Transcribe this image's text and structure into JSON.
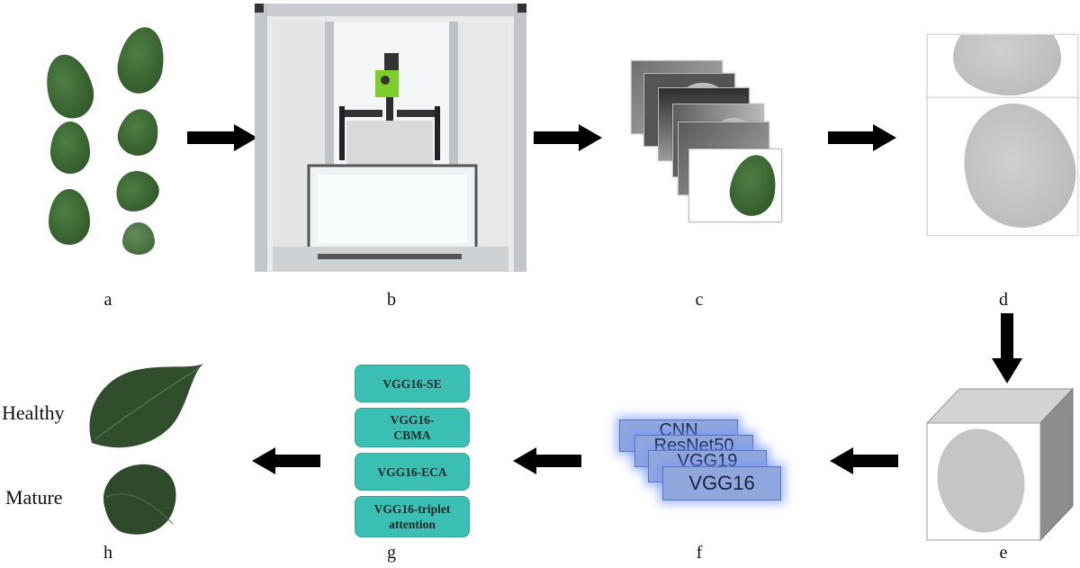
{
  "panels": {
    "a": "a",
    "b": "b",
    "c": "c",
    "d": "d",
    "e": "e",
    "f": "f",
    "g": "g",
    "h": "h"
  },
  "networks": [
    "CNN",
    "ResNet50",
    "VGG19",
    "VGG16"
  ],
  "models": [
    {
      "label": "VGG16-SE"
    },
    {
      "label": "VGG16-\nCBMA"
    },
    {
      "label": "VGG16-ECA"
    },
    {
      "label": "VGG16-triplet\nattention"
    }
  ],
  "classes": {
    "healthy": "Healthy",
    "mature": "Mature"
  },
  "colors": {
    "leaf_green": "#3a6531",
    "model_box": "#3cbfb3",
    "net_card": "#8fa7dc",
    "arrow": "#000000"
  }
}
